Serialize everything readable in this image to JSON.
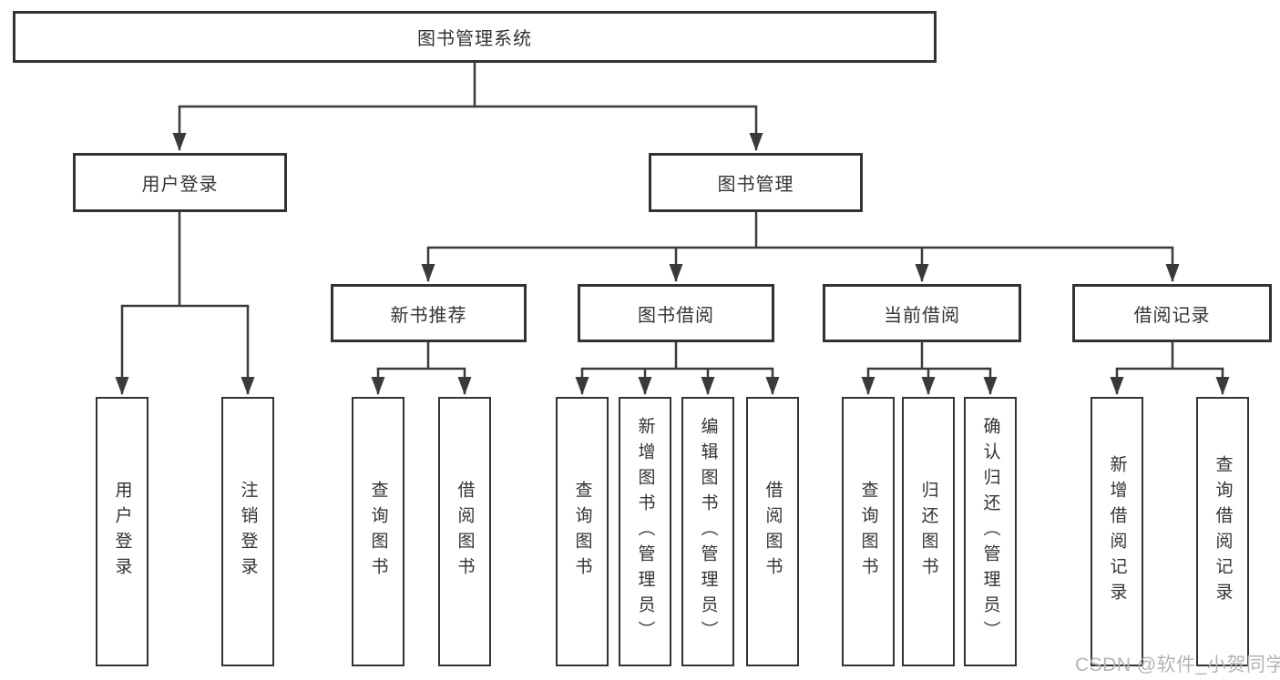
{
  "diagram": {
    "nodes": {
      "root": "图书管理系统",
      "user_login": "用户登录",
      "book_management": "图书管理",
      "new_book_recommend": "新书推荐",
      "book_borrow": "图书借阅",
      "current_borrow": "当前借阅",
      "borrow_records": "借阅记录",
      "leaf_user_login": "用户登录",
      "leaf_logout": "注销登录",
      "leaf_query_books_1": "查询图书",
      "leaf_borrow_books_1": "借阅图书",
      "leaf_query_books_2": "查询图书",
      "leaf_add_books_admin": "新增图书（管理员）",
      "leaf_edit_books_admin": "编辑图书（管理员）",
      "leaf_borrow_books_2": "借阅图书",
      "leaf_query_books_3": "查询图书",
      "leaf_return_books": "归还图书",
      "leaf_confirm_return_admin": "确认归还（管理员）",
      "leaf_add_borrow_record": "新增借阅记录",
      "leaf_query_borrow_record": "查询借阅记录"
    },
    "watermark": "CSDN @软件_小贺同学",
    "colors": {
      "line": "#3a3a3a",
      "border": "#333333",
      "text": "#333333",
      "bg": "#ffffff",
      "watermark": "#b4b4b4"
    }
  }
}
